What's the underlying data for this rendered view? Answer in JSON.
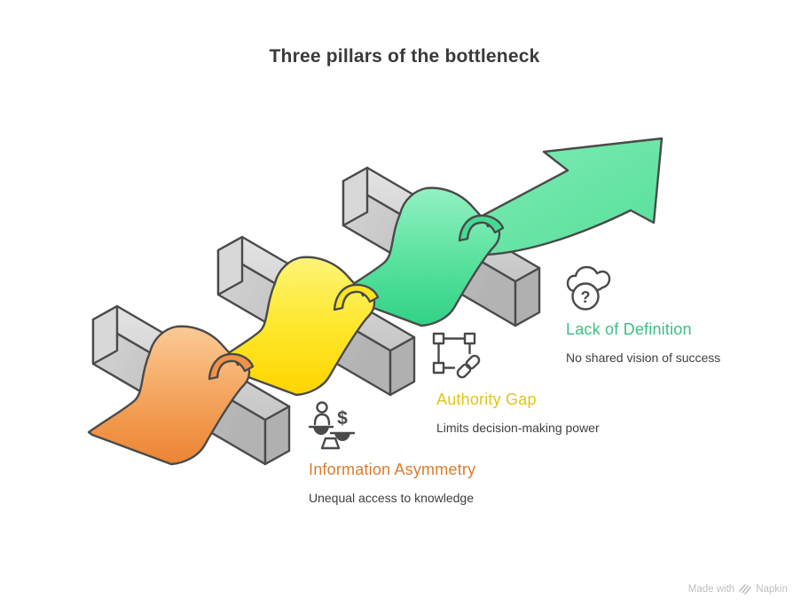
{
  "title": "Three pillars of the bottleneck",
  "pillars": [
    {
      "name": "Information Asymmetry",
      "description": "Unequal access to knowledge",
      "accent_color": "#dd7b2e",
      "ribbon_color_top": "#fbca96",
      "ribbon_color_bottom": "#eb8433",
      "icon": "balance-scale-icon"
    },
    {
      "name": "Authority Gap",
      "description": "Limits decision-making power",
      "accent_color": "#e2c51a",
      "ribbon_color_top": "#fdf478",
      "ribbon_color_bottom": "#fed500",
      "icon": "link-frame-icon"
    },
    {
      "name": "Lack of Definition",
      "description": "No shared vision of success",
      "accent_color": "#3cbf82",
      "ribbon_color_top": "#93f1c3",
      "ribbon_color_bottom": "#31d285",
      "icon": "cloud-question-icon"
    }
  ],
  "icons": {
    "dollar_glyph": "$",
    "question_glyph": "?"
  },
  "diagram": {
    "bar_color": "#cccccc",
    "outline_color": "#4a4a4a",
    "arrow_color": "#6ae7a9"
  },
  "watermark": {
    "prefix": "Made with",
    "brand": "Napkin"
  }
}
